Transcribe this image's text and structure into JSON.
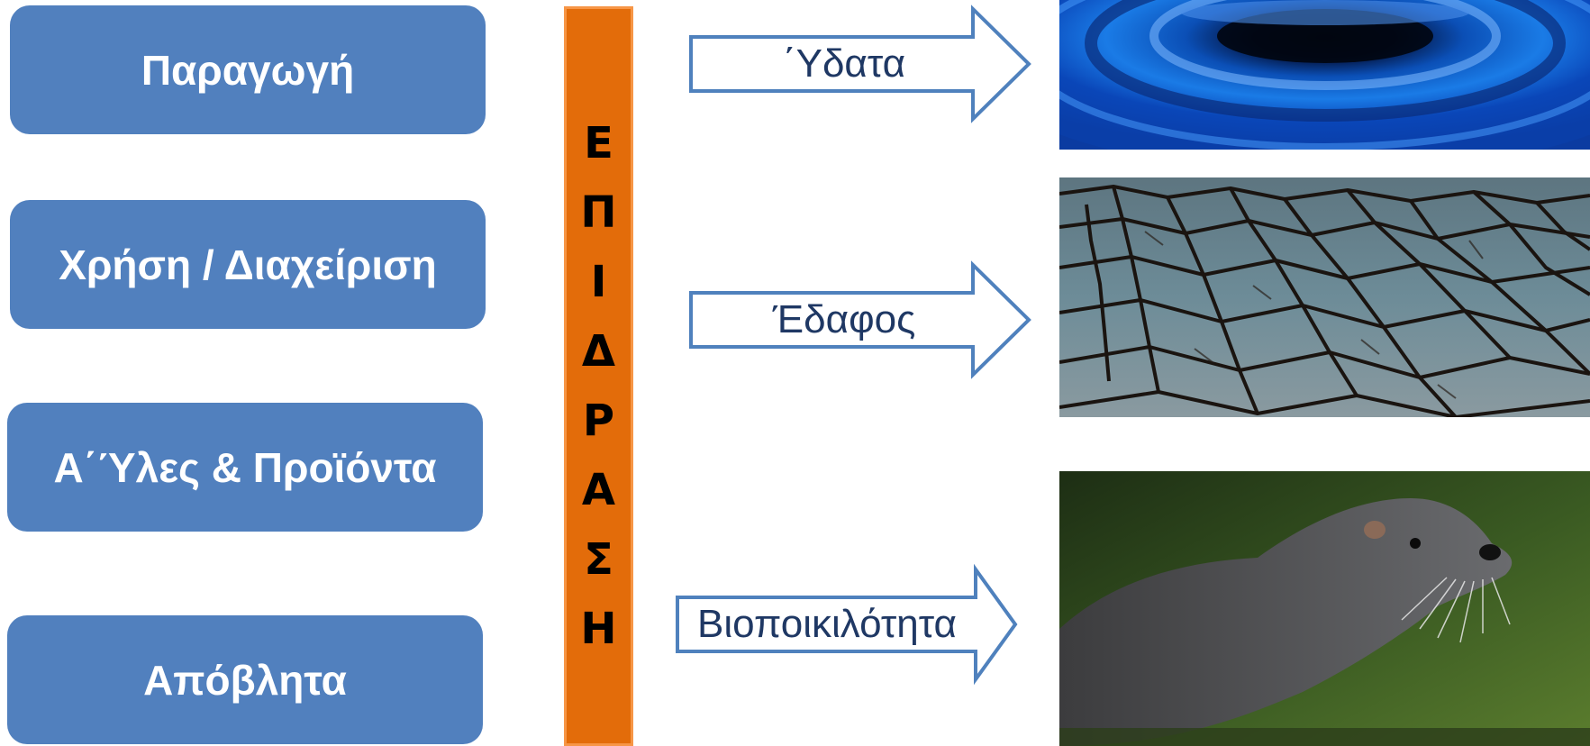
{
  "stages": [
    {
      "label": "Παραγωγή"
    },
    {
      "label": "Χρήση / Διαχείριση"
    },
    {
      "label": "Α΄Ύλες & Προϊόντα"
    },
    {
      "label": "Απόβλητα"
    }
  ],
  "impact_bar": {
    "letters": [
      "Ε",
      "Π",
      "Ι",
      "Δ",
      "Ρ",
      "Α",
      "Σ",
      "Η"
    ],
    "color": "#e36c0a"
  },
  "targets": [
    {
      "label": "΄Υδατα",
      "image": "water-ripple"
    },
    {
      "label": "Έδαφος",
      "image": "cracked-dry-soil"
    },
    {
      "label": "Βιοποικιλότητα",
      "image": "otter"
    }
  ],
  "colors": {
    "stage_box": "#5180be",
    "arrow_outline": "#4f81bd",
    "arrow_text": "#1f3864"
  }
}
